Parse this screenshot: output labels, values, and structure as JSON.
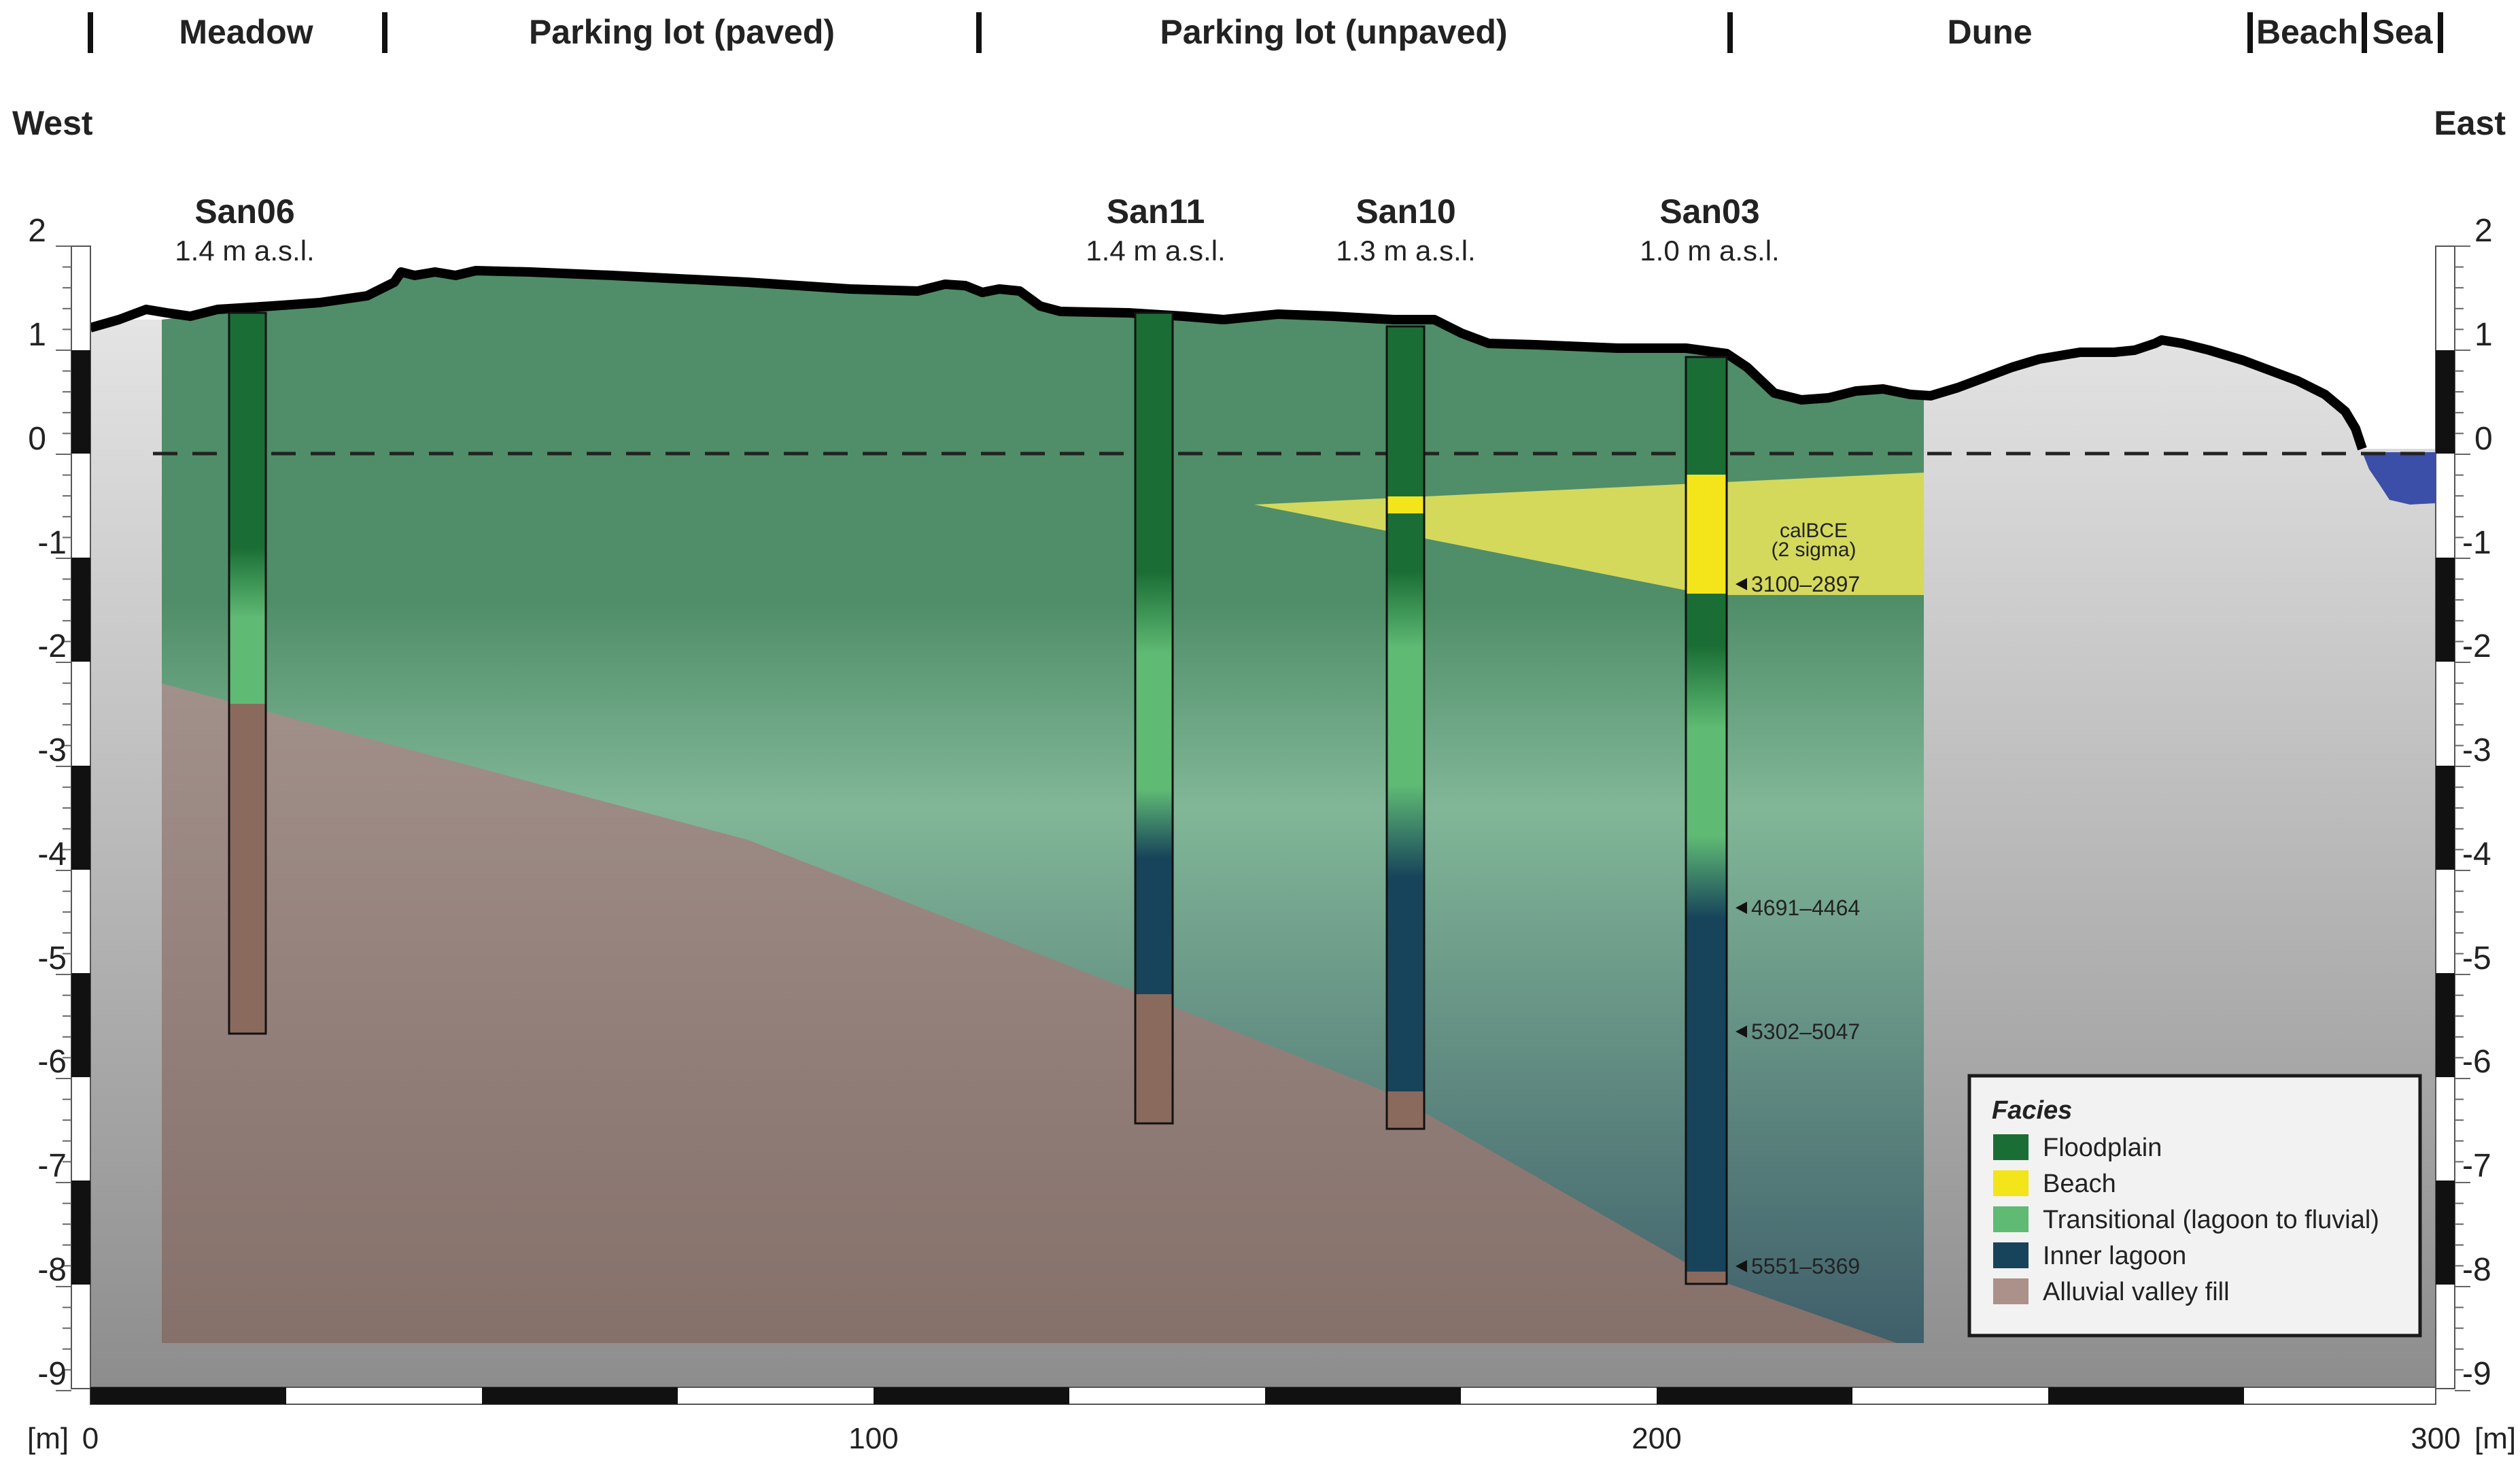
{
  "zones": [
    {
      "label": "Meadow"
    },
    {
      "label": "Parking lot (paved)"
    },
    {
      "label": "Parking lot (unpaved)"
    },
    {
      "label": "Dune"
    },
    {
      "label": "Beach"
    },
    {
      "label": "Sea"
    }
  ],
  "directions": {
    "west": "West",
    "east": "East"
  },
  "y_axis": {
    "ticks": [
      "2",
      "1",
      "0",
      "-1",
      "-2",
      "-3",
      "-4",
      "-5",
      "-6",
      "-7",
      "-8",
      "-9"
    ],
    "range_m": [
      -9.3,
      2.1
    ]
  },
  "x_axis": {
    "unit": "[m]",
    "ticks": [
      "0",
      "100",
      "200",
      "300"
    ],
    "range_m": [
      0,
      300
    ]
  },
  "cores": [
    {
      "name": "San06",
      "elevation": "1.4 m a.s.l."
    },
    {
      "name": "San11",
      "elevation": "1.4 m a.s.l."
    },
    {
      "name": "San10",
      "elevation": "1.3 m a.s.l."
    },
    {
      "name": "San03",
      "elevation": "1.0 m a.s.l."
    }
  ],
  "calibration_note": {
    "line1": "calBCE",
    "line2": "(2 sigma)"
  },
  "dates": [
    {
      "label": "3100–2897"
    },
    {
      "label": "4691–4464"
    },
    {
      "label": "5302–5047"
    },
    {
      "label": "5551–5369"
    }
  ],
  "legend": {
    "title": "Facies",
    "items": [
      {
        "label": "Floodplain",
        "color": "#1a6e35"
      },
      {
        "label": "Beach",
        "color": "#f3e51a"
      },
      {
        "label": "Transitional (lagoon to fluvial)",
        "color": "#5fba74"
      },
      {
        "label": "Inner lagoon",
        "color": "#17445a"
      },
      {
        "label": "Alluvial valley fill",
        "color": "#ab9189"
      }
    ]
  },
  "colors": {
    "floodplain": "#1a6e35",
    "beach": "#f3e51a",
    "transitional": "#5fba74",
    "inner_lagoon": "#17445a",
    "alluvial": "#ab9189",
    "sea": "#3b4ea8",
    "dune_sand": "#cdcdcd"
  }
}
